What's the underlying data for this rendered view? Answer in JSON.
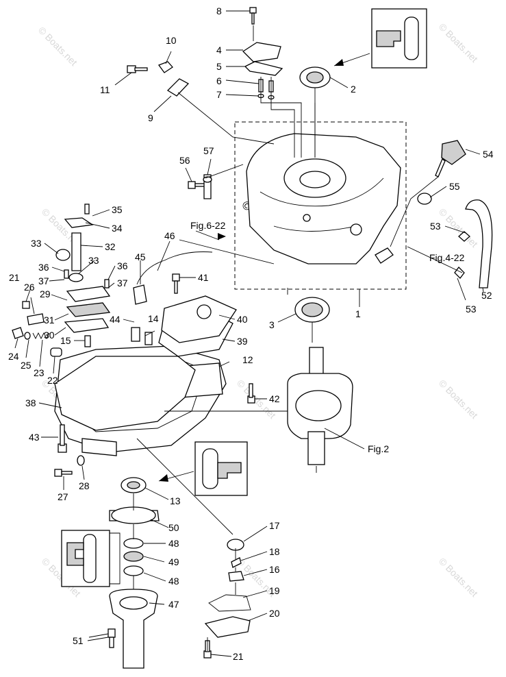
{
  "watermark": "© Boats.net",
  "labels": {
    "p1": "1",
    "p2": "2",
    "p3": "3",
    "p4": "4",
    "p5": "5",
    "p6": "6",
    "p7": "7",
    "p8": "8",
    "p9": "9",
    "p10": "10",
    "p11": "11",
    "p12": "12",
    "p13": "13",
    "p14": "14",
    "p15": "15",
    "p16": "16",
    "p17": "17",
    "p18": "18",
    "p19": "19",
    "p20": "20",
    "p21a": "21",
    "p21b": "21",
    "p22": "22",
    "p23": "23",
    "p24": "24",
    "p25": "25",
    "p26": "26",
    "p27": "27",
    "p28": "28",
    "p29": "29",
    "p30": "30",
    "p31": "31",
    "p32": "32",
    "p33a": "33",
    "p33b": "33",
    "p34": "34",
    "p35": "35",
    "p36a": "36",
    "p36b": "36",
    "p37a": "37",
    "p37b": "37",
    "p38": "38",
    "p39": "39",
    "p40": "40",
    "p41": "41",
    "p42": "42",
    "p43": "43",
    "p44": "44",
    "p45": "45",
    "p46": "46",
    "p47": "47",
    "p48a": "48",
    "p48b": "48",
    "p49": "49",
    "p50": "50",
    "p51": "51",
    "p52": "52",
    "p53a": "53",
    "p53b": "53",
    "p54": "54",
    "p55": "55",
    "p56": "56",
    "p57": "57"
  },
  "refs": {
    "fig_6_22": "Fig.6-22",
    "fig_4_22": "Fig.4-22",
    "fig_2": "Fig.2"
  }
}
